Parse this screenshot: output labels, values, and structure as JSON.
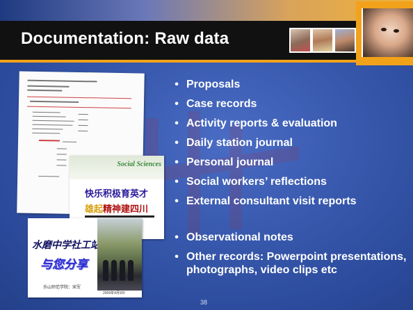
{
  "slide": {
    "title": "Documentation: Raw data",
    "page_number": "38"
  },
  "bullets": [
    {
      "text": "Proposals"
    },
    {
      "text": "Case records"
    },
    {
      "text": "Activity reports & evaluation"
    },
    {
      "text": "Daily station journal"
    },
    {
      "text": "Personal journal"
    },
    {
      "text": "Social workers’ reflections"
    },
    {
      "text": "External consultant visit reports"
    },
    {
      "text": "Observational notes"
    },
    {
      "text": "Other records: Powerpoint presentations, photographs, video clips etc"
    }
  ],
  "bullet_symbol": "•",
  "documents": {
    "poster": {
      "logo": "Social Sciences",
      "line1": "快乐积极育英才",
      "line2_highlight": "雄起",
      "line2_rest": "精神建四川"
    },
    "brochure": {
      "calligraphy_1": "水磨中学社工站",
      "calligraphy_2": "与您分享",
      "subtitle": "乐山师范学院：宋军",
      "photo_date": "2009年4月9日"
    }
  },
  "colors": {
    "background": "#3a5bb0",
    "title_bar": "#111111",
    "accent_orange": "#f2a21a",
    "text": "#ffffff"
  }
}
